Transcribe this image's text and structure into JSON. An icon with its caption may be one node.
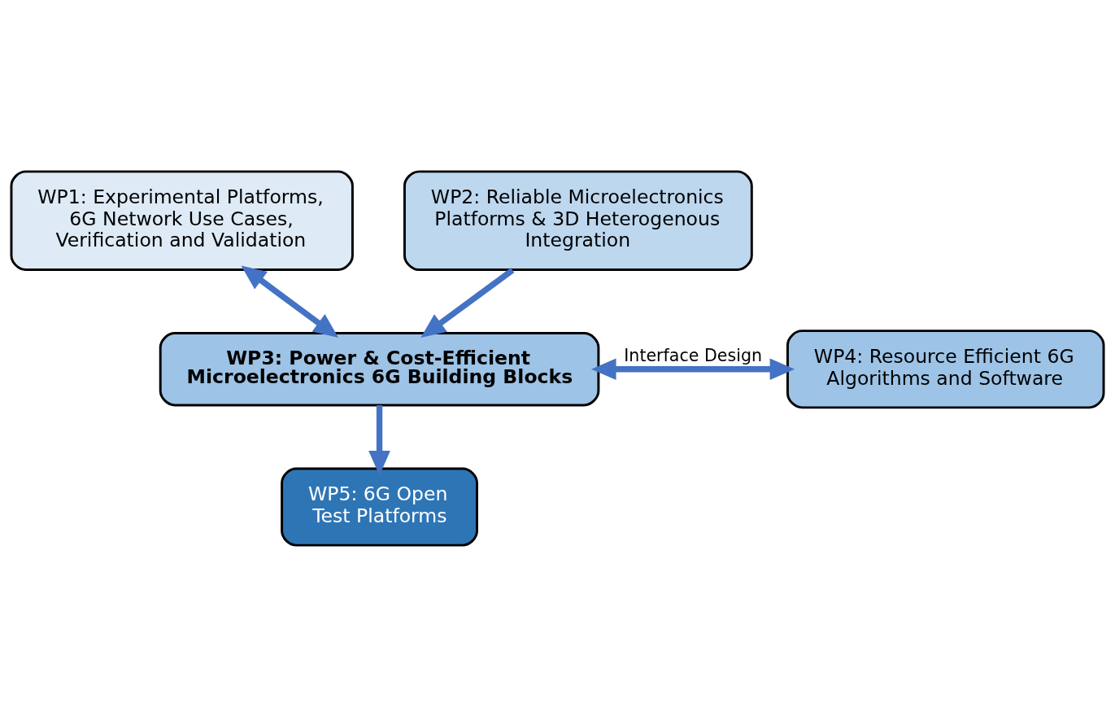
{
  "diagram": {
    "nodes": [
      {
        "text": [
          "WP1: Experimental Platforms, 6G Network Use Cases, Verification and Validation"
        ]
      },
      {
        "text": [
          "WP2: Reliable Microelectronics Platforms & 3D Heterogenous Integration"
        ]
      },
      {
        "text": [
          "WP3: Power & Cost-Efficient Microelectronics 6G Building Blocks"
        ]
      },
      {
        "text": [
          "WP4: Resource Efficient 6G Algorithms and Software"
        ]
      },
      {
        "text": [
          "WP5: 6G Open Test Platforms"
        ]
      }
    ],
    "edges": [
      {
        "from": 0,
        "to": 2,
        "arrow": "both"
      },
      {
        "from": 1,
        "to": 2,
        "arrow": "to"
      },
      {
        "from": 2,
        "to": 3,
        "arrow": "both",
        "label": "Interface Design"
      },
      {
        "from": 2,
        "to": 4,
        "arrow": "to"
      }
    ]
  }
}
